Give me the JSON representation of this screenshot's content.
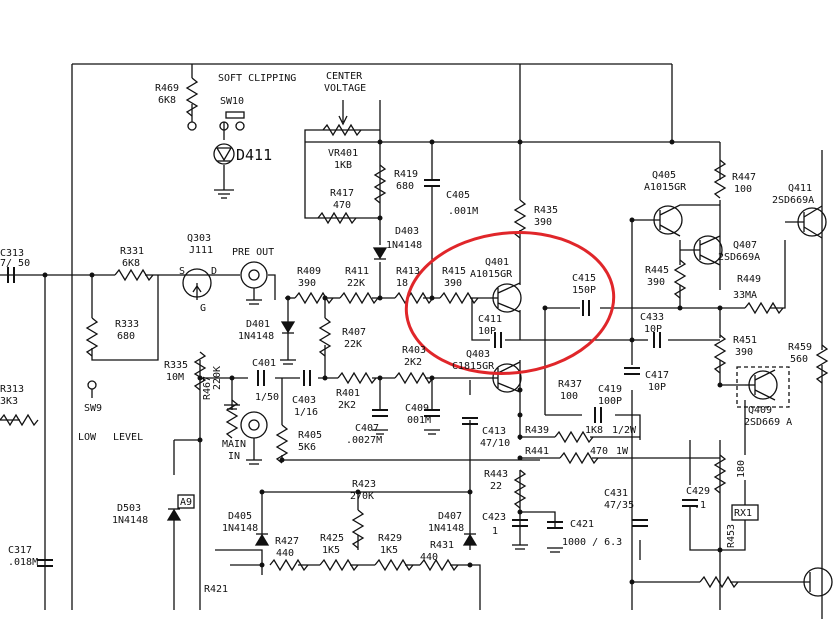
{
  "labels": {
    "r469": "R469",
    "r469v": "6K8",
    "soft": "SOFT CLIPPING",
    "sw10": "SW10",
    "center1": "CENTER",
    "center2": "VOLTAGE",
    "d411": "D411",
    "vr401": "VR401",
    "vr401v": "1KB",
    "r417": "R417",
    "r417v": "470",
    "r419": "R419",
    "r419v": "680",
    "c405": "C405",
    "c405v": ".001M",
    "d403": "D403",
    "d403v": "1N4148",
    "r435": "R435",
    "r435v": "390",
    "q405": "Q405",
    "q405v": "A1015GR",
    "r447": "R447",
    "r447v": "100",
    "q411": "Q411",
    "q411v": "2SD669A",
    "c313": "C313",
    "c313v": "7/ 50",
    "r331": "R331",
    "r331v": "6K8",
    "q303": "Q303",
    "q303v": "J111",
    "preout": "PRE OUT",
    "r409": "R409",
    "r409v": "390",
    "r411": "R411",
    "r411v": "22K",
    "r413": "R413",
    "r413v": "18",
    "r415": "R415",
    "r415v": "390",
    "q401": "Q401",
    "q401v": "A1015GR",
    "c415": "C415",
    "c415v": "150P",
    "q407": "Q407",
    "q407v": "2SD669A",
    "r445": "R445",
    "r445v": "390",
    "r449": "R449",
    "r449v": "33MA",
    "s": "S",
    "d": "D",
    "g": "G",
    "r333": "R333",
    "r333v": "680",
    "d401": "D401",
    "d401v": "1N4148",
    "r407": "R407",
    "r407v": "22K",
    "c411": "C411",
    "c411v": "10P",
    "c433": "C433",
    "c433v": "10P",
    "r451": "R451",
    "r451v": "390",
    "r459": "R459",
    "r459v": "560",
    "r335": "R335",
    "r335v": "10M",
    "c401": "C401",
    "c401v": "1/50",
    "r403": "R403",
    "r403v": "2K2",
    "q403": "Q403",
    "q403v": "C1815GR",
    "c417": "C417",
    "c417v": "10P",
    "r313": "R313",
    "r313v": "3K3",
    "r467": "R467",
    "r467v": "220K",
    "c403": "C403",
    "c403v": "1/16",
    "r401": "R401",
    "r401v": "2K2",
    "c407": "C407",
    "c407v": ".0027M",
    "c409": "C409",
    "c409v": "001M",
    "r437": "R437",
    "r437v": "100",
    "c419": "C419",
    "c419v": "100P",
    "q409": "Q409",
    "q409v": "2SD669 A",
    "sw9": "SW9",
    "low": "LOW",
    "level": "LEVEL",
    "r405": "R405",
    "r405v": "5K6",
    "c413": "C413",
    "c413v": "47/10",
    "r439": "R439",
    "r439v": "1K8",
    "half": "1/2W",
    "main1": "MAIN",
    "main2": "IN",
    "r441": "R441",
    "r441v": "470",
    "onew": "1W",
    "r443": "R443",
    "r443v": "22",
    "r423": "R423",
    "r423v": "270K",
    "c431": "C431",
    "c431v": "47/35",
    "c429": "C429",
    "c429v": ".1",
    "d503": "D503",
    "d503v": "1N4148",
    "a9": "A9",
    "d405": "D405",
    "d405v": "1N4148",
    "d407": "D407",
    "d407v": "1N4148",
    "r427": "R427",
    "r427v": "440",
    "r425": "R425",
    "r425v": "1K5",
    "r429": "R429",
    "r429v": "1K5",
    "r431": "R431",
    "r431v": "440",
    "c423": "C423",
    "c423v": "1",
    "c421": "C421",
    "c421v": "1000 / 6.3",
    "r453": "R453",
    "r453v": "180",
    "rx1": "RX1",
    "c317": "C317",
    "c317v": ".018M",
    "r421": "R421"
  }
}
